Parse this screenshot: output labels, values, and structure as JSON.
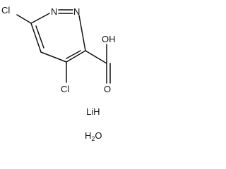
{
  "molecule": {
    "atoms": {
      "cl_top": "Cl",
      "n1": "N",
      "n2": "N",
      "oh": "OH",
      "o_carbonyl": "O",
      "cl_bottom": "Cl"
    },
    "salt": "LiH",
    "water": {
      "main": "H",
      "sub": "2",
      "end": "O"
    }
  }
}
